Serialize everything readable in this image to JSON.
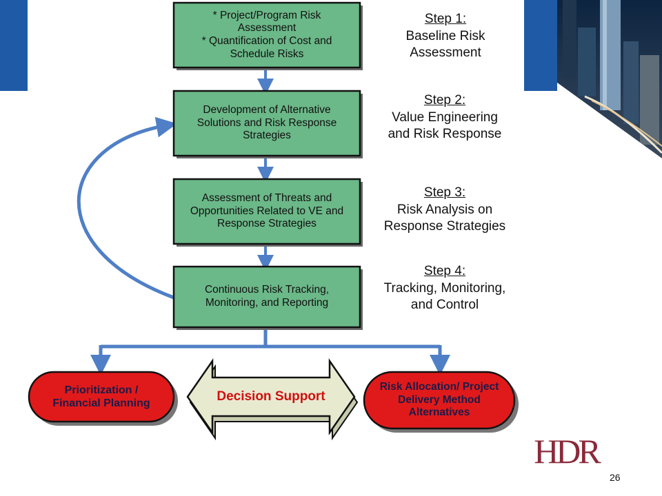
{
  "colors": {
    "brand_blue": "#1f5aa6",
    "box_green": "#6bb888",
    "arrow_blue": "#4f7fc6",
    "pill_red": "#e01a1a",
    "decision_fill": "#e8ead0",
    "logo": "#8a2a3a"
  },
  "process_boxes": [
    {
      "lines": [
        "* Project/Program Risk",
        "Assessment",
        "* Quantification of Cost and",
        "Schedule Risks"
      ]
    },
    {
      "lines": [
        "Development of Alternative",
        "Solutions and Risk Response",
        "Strategies"
      ]
    },
    {
      "lines": [
        "Assessment of Threats and",
        "Opportunities Related to VE and",
        "Response Strategies"
      ]
    },
    {
      "lines": [
        "Continuous Risk Tracking,",
        "Monitoring, and Reporting"
      ]
    }
  ],
  "steps": [
    {
      "heading": "Step 1:",
      "lines": [
        "Baseline Risk",
        "Assessment"
      ]
    },
    {
      "heading": "Step 2:",
      "lines": [
        "Value Engineering",
        "and Risk Response"
      ]
    },
    {
      "heading": "Step 3:",
      "lines": [
        "Risk Analysis on",
        "Response Strategies"
      ]
    },
    {
      "heading": "Step 4:",
      "lines": [
        "Tracking, Monitoring,",
        "and Control"
      ]
    }
  ],
  "outcomes": {
    "left": {
      "lines": [
        "Prioritization /",
        "Financial Planning"
      ]
    },
    "center": "Decision Support",
    "right": {
      "lines": [
        "Risk Allocation/ Project",
        "Delivery Method",
        "Alternatives"
      ]
    }
  },
  "logo_text": "HDR",
  "page_number": "26"
}
